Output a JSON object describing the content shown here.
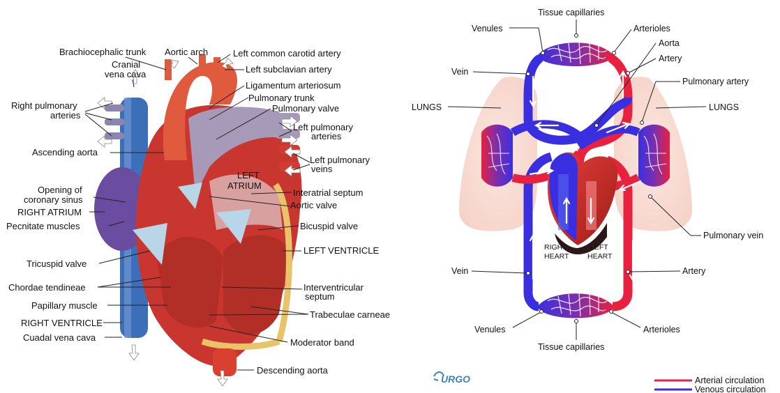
{
  "heart": {
    "labels": {
      "brachiocephalic": "Brachiocephalic trunk",
      "aortic_arch": "Aortic arch",
      "cranial_vc_1": "Cranial",
      "cranial_vc_2": "vena cava",
      "l_common_carotid": "Left common carotid artery",
      "l_subclavian": "Left subclavian artery",
      "ligamentum": "Ligamentum arteriosum",
      "pulm_trunk": "Pulmonary trunk",
      "pulm_valve": "Pulmonary valve",
      "r_pulm_art_1": "Right pulmonary",
      "r_pulm_art_2": "arteries",
      "l_pulm_art_1": "Left pulmonary",
      "l_pulm_art_2": "arteries",
      "ascending_aorta": "Ascending aorta",
      "l_pulm_veins_1": "Left pulmonary",
      "l_pulm_veins_2": "veins",
      "left_atrium_1": "LEFT",
      "left_atrium_2": "ATRIUM",
      "coronary_sinus_1": "Opening of",
      "coronary_sinus_2": "coronary sinus",
      "interatrial": "Interatrial septum",
      "aortic_valve": "Aortic valve",
      "right_atrium": "RIGHT ATRIUM",
      "pecnitate": "Pecnitate muscles",
      "bicuspid": "Bicuspid valve",
      "left_ventricle": "LEFT VENTRICLE",
      "tricuspid": "Tricuspid valve",
      "chordae": "Chordae tendineae",
      "interventricular_1": "Interventricular",
      "interventricular_2": "septum",
      "papillary": "Papillary muscle",
      "trabeculae": "Trabeculae carneae",
      "right_ventricle": "RIGHT VENTRICLE",
      "caudal_vc": "Cuadal vena cava",
      "moderator": "Moderator band",
      "descending_aorta": "Descending aorta"
    }
  },
  "circulation": {
    "labels": {
      "tissue_cap_top": "Tissue capillaries",
      "venules_top": "Venules",
      "arterioles_top": "Arterioles",
      "aorta": "Aorta",
      "artery_top": "Artery",
      "vein_top": "Vein",
      "pulmonary_artery": "Pulmonary artery",
      "lungs_left": "LUNGS",
      "lungs_right": "LUNGS",
      "pulmonary_vein": "Pulmonary vein",
      "right_heart_1": "RIGHT",
      "right_heart_2": "HEART",
      "left_heart_1": "LEFT",
      "left_heart_2": "HEART",
      "vein_bottom": "Vein",
      "artery_bottom": "Artery",
      "venules_bottom": "Venules",
      "arterioles_bottom": "Arterioles",
      "tissue_cap_bottom": "Tissue capillaries"
    },
    "legend": {
      "arterial": "Arterial circulation",
      "venous": "Venous circulation"
    },
    "logo": "URGO",
    "colors": {
      "arterial": "#e8213f",
      "venous": "#3a2fe0"
    }
  }
}
